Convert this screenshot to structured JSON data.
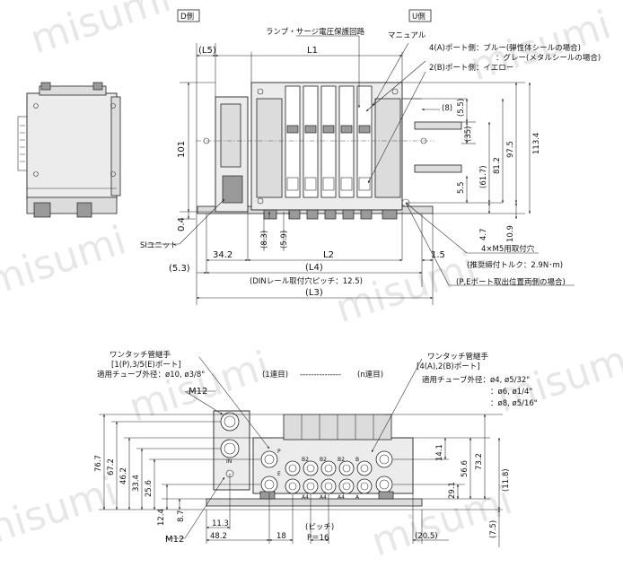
{
  "watermark": "misumi",
  "labels": {
    "d_side": "D側",
    "u_side": "U側",
    "lamp_surge": "ランプ・サージ電圧保護回路",
    "manual": "マニュアル",
    "port4_line1": "4(A)ポート側：ブルー(弾性体シールの場合)",
    "port4_line2": "：グレー(メタルシールの場合)",
    "port2_line": "2(B)ポート側：イエロー",
    "si_unit": "SIユニット",
    "m5_holes": "4×M5用取付穴",
    "torque": "(推奨締付トルク：2.9N･m)",
    "din_pitch": "(DINレール取付穴ピッチ：12.5)",
    "pe_port": "(P,Eポート取出位置両側の場合)",
    "one_touch_left_title": "ワンタッチ管継手",
    "one_touch_left_ports": "[1(P),3/5(E)ポート]",
    "tube_left": "適用チューブ外径：ø10, ø3/8\"",
    "one_touch_right_title": "ワンタッチ管継手",
    "one_touch_right_ports": "[4(A),2(B)ポート]",
    "tube_right_1": "適用チューブ外径：ø4, ø5/32\"",
    "tube_right_2": "：ø6, ø1/4\"",
    "tube_right_3": "：ø8, ø5/16\"",
    "station_1": "(1連目)",
    "station_dash": "---------------",
    "station_n": "(n連目)",
    "m12_top": "M12",
    "m12_bottom": "M12",
    "pitch_label": "(ピッチ)",
    "pitch_value": "P＝16",
    "port_p": "P",
    "port_e": "E",
    "port_in": "IN",
    "port_b2": "B2",
    "port_a4": "A4",
    "port_a": "A",
    "port_b": "B"
  },
  "dims": {
    "L5": "(L5)",
    "L1": "L1",
    "L2": "L2",
    "L4": "(L4)",
    "L3": "(L3)",
    "d101": "101",
    "d0_4": "0.4",
    "d8_3": "(8.3)",
    "d5_9": "(5.9)",
    "d34_2": "34.2",
    "d1_5": "1.5",
    "d5_3": "(5.3)",
    "d8": "(8)",
    "d5_5a": "(5.5)",
    "d35": "(35)",
    "d61_7": "(61.7)",
    "d81_2": "81.2",
    "d97_5": "97.5",
    "d113_4": "113.4",
    "d5_5": "5.5",
    "d4_7": "4.7",
    "d10_9": "10.9",
    "d76_7": "76.7",
    "d67_2": "67.2",
    "d46_2": "46.2",
    "d33_4": "33.4",
    "d25_6": "25.6",
    "d12_4": "12.4",
    "d8_7": "8.7",
    "d11_3": "11.3",
    "d48_2": "48.2",
    "d18": "18",
    "d20_5": "(20.5)",
    "d14_1": "14.1",
    "d29_1": "29.1",
    "d56_6": "56.6",
    "d73_2": "73.2",
    "d11_8": "(11.8)",
    "d7_5": "(7.5)"
  }
}
